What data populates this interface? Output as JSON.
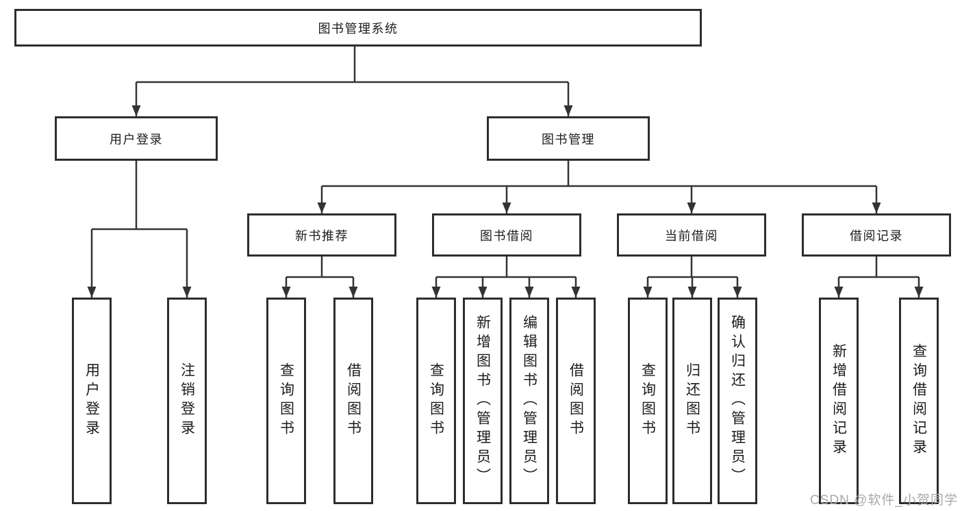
{
  "root": {
    "label": "图书管理系统"
  },
  "branches": {
    "user_login": {
      "label": "用户登录",
      "children": [
        "用户登录",
        "注销登录"
      ]
    },
    "book_mgmt": {
      "label": "图书管理"
    }
  },
  "modules": [
    {
      "label": "新书推荐",
      "children": [
        "查询图书",
        "借阅图书"
      ]
    },
    {
      "label": "图书借阅",
      "children": [
        "查询图书",
        "新增图书（管理员）",
        "编辑图书（管理员）",
        "借阅图书"
      ]
    },
    {
      "label": "当前借阅",
      "children": [
        "查询图书",
        "归还图书",
        "确认归还（管理员）"
      ]
    },
    {
      "label": "借阅记录",
      "children": [
        "新增借阅记录",
        "查询借阅记录"
      ]
    }
  ],
  "watermark": "CSDN @软件_小贺同学",
  "colors": {
    "line": "#333333",
    "text": "#1c1c1c",
    "border": "#2d2d2d",
    "watermark": "#a9a9a9",
    "background": "#ffffff"
  }
}
